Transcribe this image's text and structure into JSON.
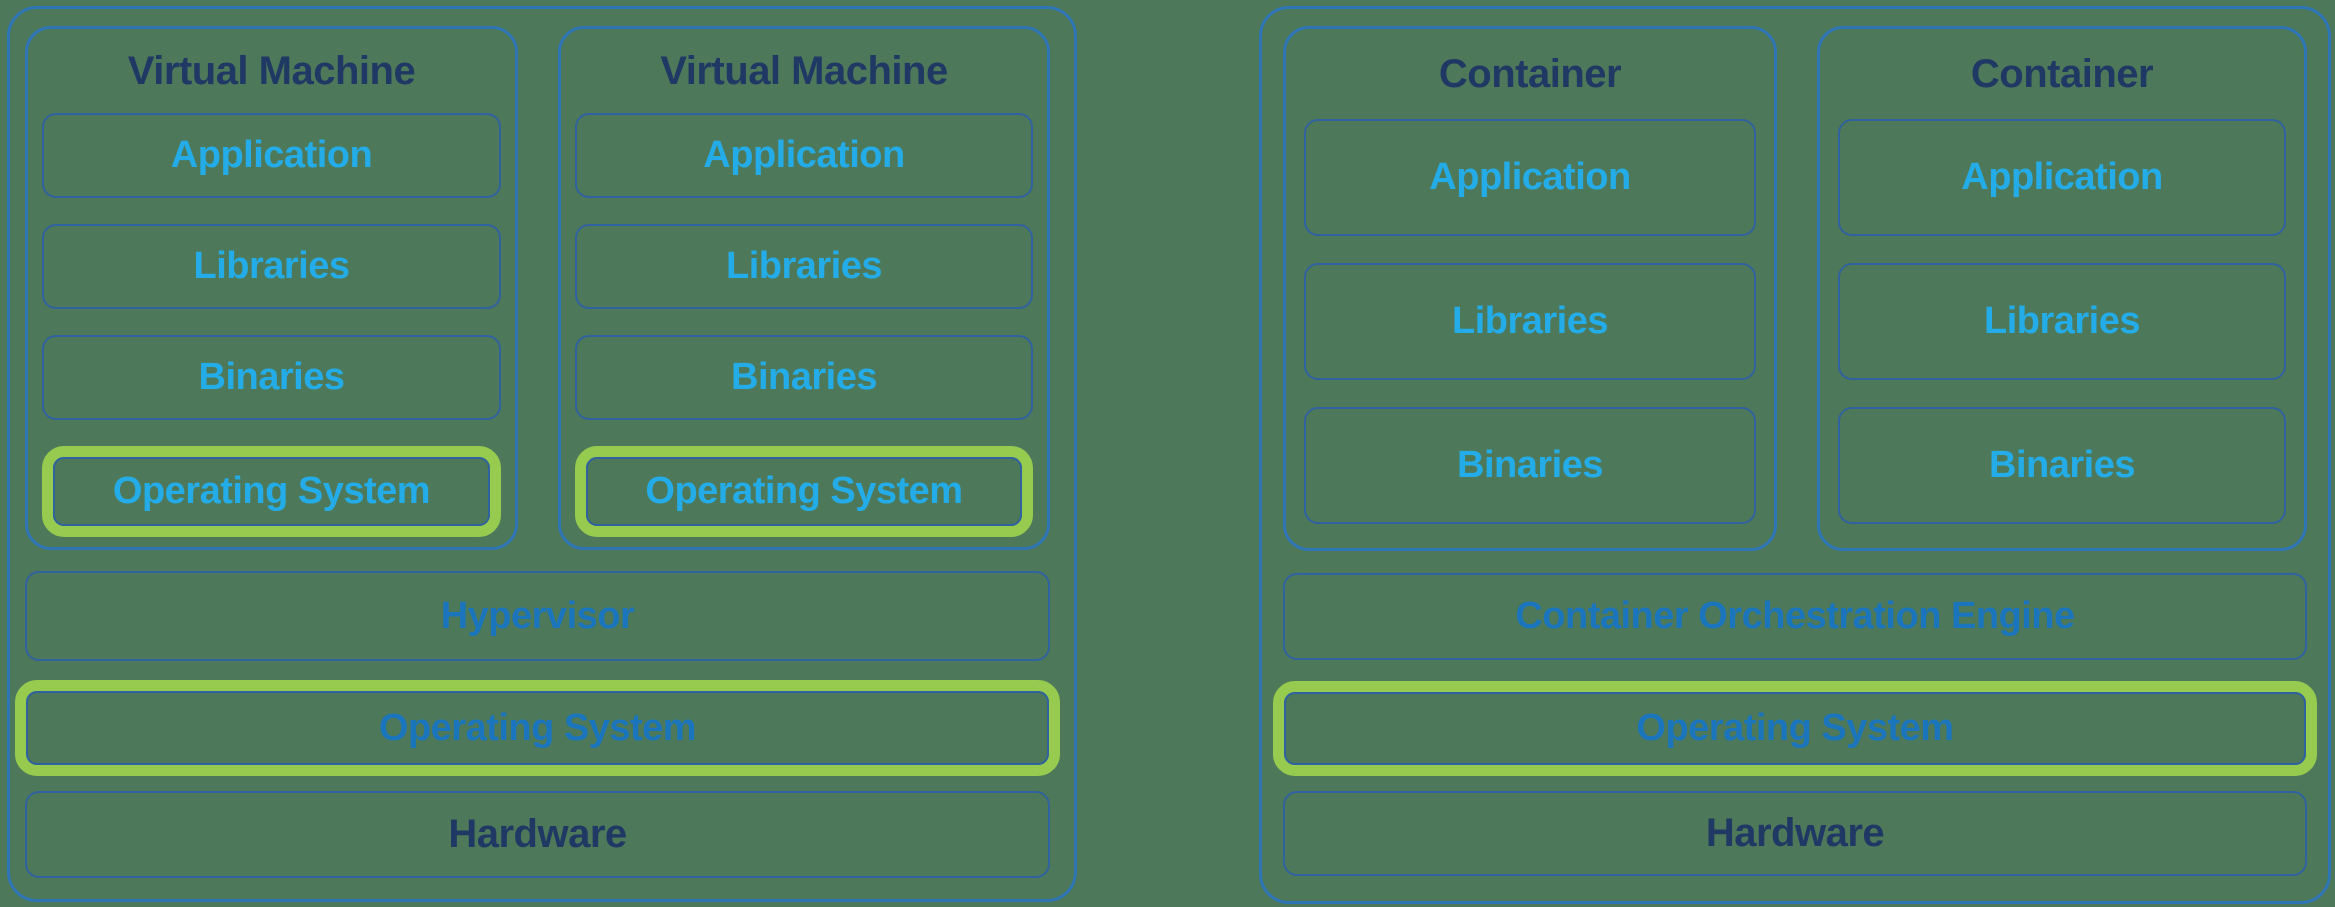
{
  "colors": {
    "background": "#4D795A",
    "panel_border": "#2E75B6",
    "inner_box_border": "#30629F",
    "highlight_green": "#96CB50",
    "title_text": "#1F3864",
    "component_text": "#24ACE8",
    "layer_text": "#1B75BC"
  },
  "left_panel": {
    "vms": [
      {
        "title": "Virtual Machine",
        "layers": [
          "Application",
          "Libraries",
          "Binaries"
        ],
        "os_label": "Operating System"
      },
      {
        "title": "Virtual Machine",
        "layers": [
          "Application",
          "Libraries",
          "Binaries"
        ],
        "os_label": "Operating System"
      }
    ],
    "hypervisor_label": "Hypervisor",
    "os_label": "Operating System",
    "hardware_label": "Hardware"
  },
  "right_panel": {
    "containers": [
      {
        "title": "Container",
        "layers": [
          "Application",
          "Libraries",
          "Binaries"
        ]
      },
      {
        "title": "Container",
        "layers": [
          "Application",
          "Libraries",
          "Binaries"
        ]
      }
    ],
    "orchestration_label": "Container Orchestration Engine",
    "os_label": "Operating System",
    "hardware_label": "Hardware"
  }
}
